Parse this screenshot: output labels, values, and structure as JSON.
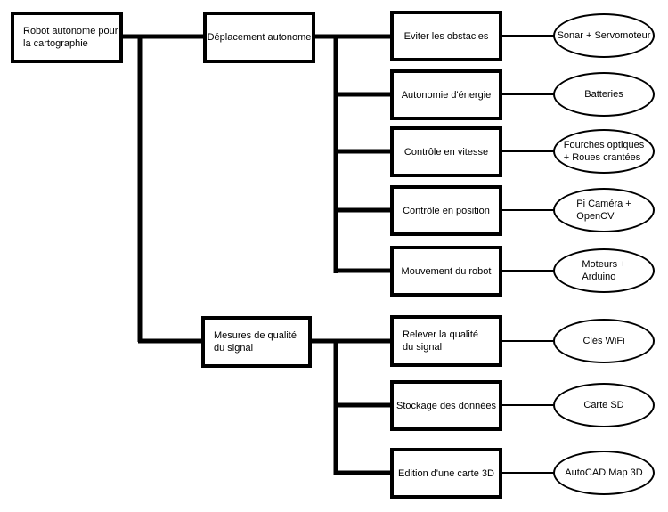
{
  "colors": {
    "stroke": "#000000",
    "background": "#ffffff",
    "text": "#000000"
  },
  "tree": {
    "root": {
      "label": "Robot autonome pour\nla cartographie"
    },
    "branches": [
      {
        "label": "Déplacement autonome",
        "children": [
          {
            "task": "Eviter les obstacles",
            "tool": "Sonar + Servomoteur"
          },
          {
            "task": "Autonomie d'énergie",
            "tool": "Batteries"
          },
          {
            "task": "Contrôle en vitesse",
            "tool": "Fourches optiques\n+ Roues crantées"
          },
          {
            "task": "Contrôle en position",
            "tool": "Pi Caméra +\nOpenCV"
          },
          {
            "task": "Mouvement du robot",
            "tool": "Moteurs +\nArduino"
          }
        ]
      },
      {
        "label": "Mesures de qualité\ndu signal",
        "children": [
          {
            "task": "Relever la qualité\ndu signal",
            "tool": "Clés WiFi"
          },
          {
            "task": "Stockage des données",
            "tool": "Carte SD"
          },
          {
            "task": "Edition d'une carte 3D",
            "tool": "AutoCAD Map 3D"
          }
        ]
      }
    ]
  }
}
